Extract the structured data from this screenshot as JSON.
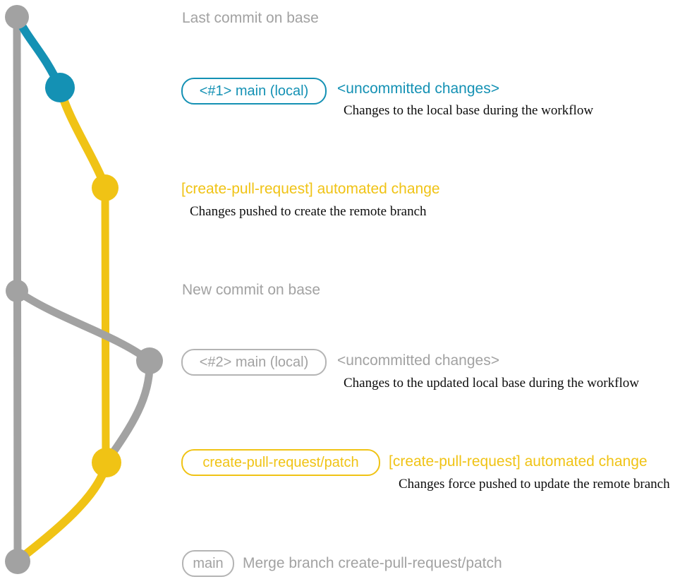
{
  "colors": {
    "base_gray": "#a2a2a2",
    "branch_blue": "#1491b4",
    "branch_yellow": "#f0c315",
    "note_black": "#0d0d0d",
    "background": "#ffffff"
  },
  "rows": {
    "last_commit": {
      "label": "Last commit on base"
    },
    "commit1": {
      "ref_box": "<#1> main (local)",
      "title": "<uncommitted changes>",
      "note": "Changes to the local base during the workflow"
    },
    "commit2": {
      "title": "[create-pull-request] automated change",
      "note": "Changes pushed to create the remote branch"
    },
    "new_commit": {
      "label": "New commit on base"
    },
    "commit3": {
      "ref_box": "<#2> main (local)",
      "title": "<uncommitted changes>",
      "note": "Changes to the updated local base during the workflow"
    },
    "commit4": {
      "ref_box": "create-pull-request/patch",
      "title": "[create-pull-request] automated change",
      "note": "Changes force pushed to update the remote branch"
    },
    "merge": {
      "ref_box": "main",
      "label": "Merge branch create-pull-request/patch"
    }
  }
}
